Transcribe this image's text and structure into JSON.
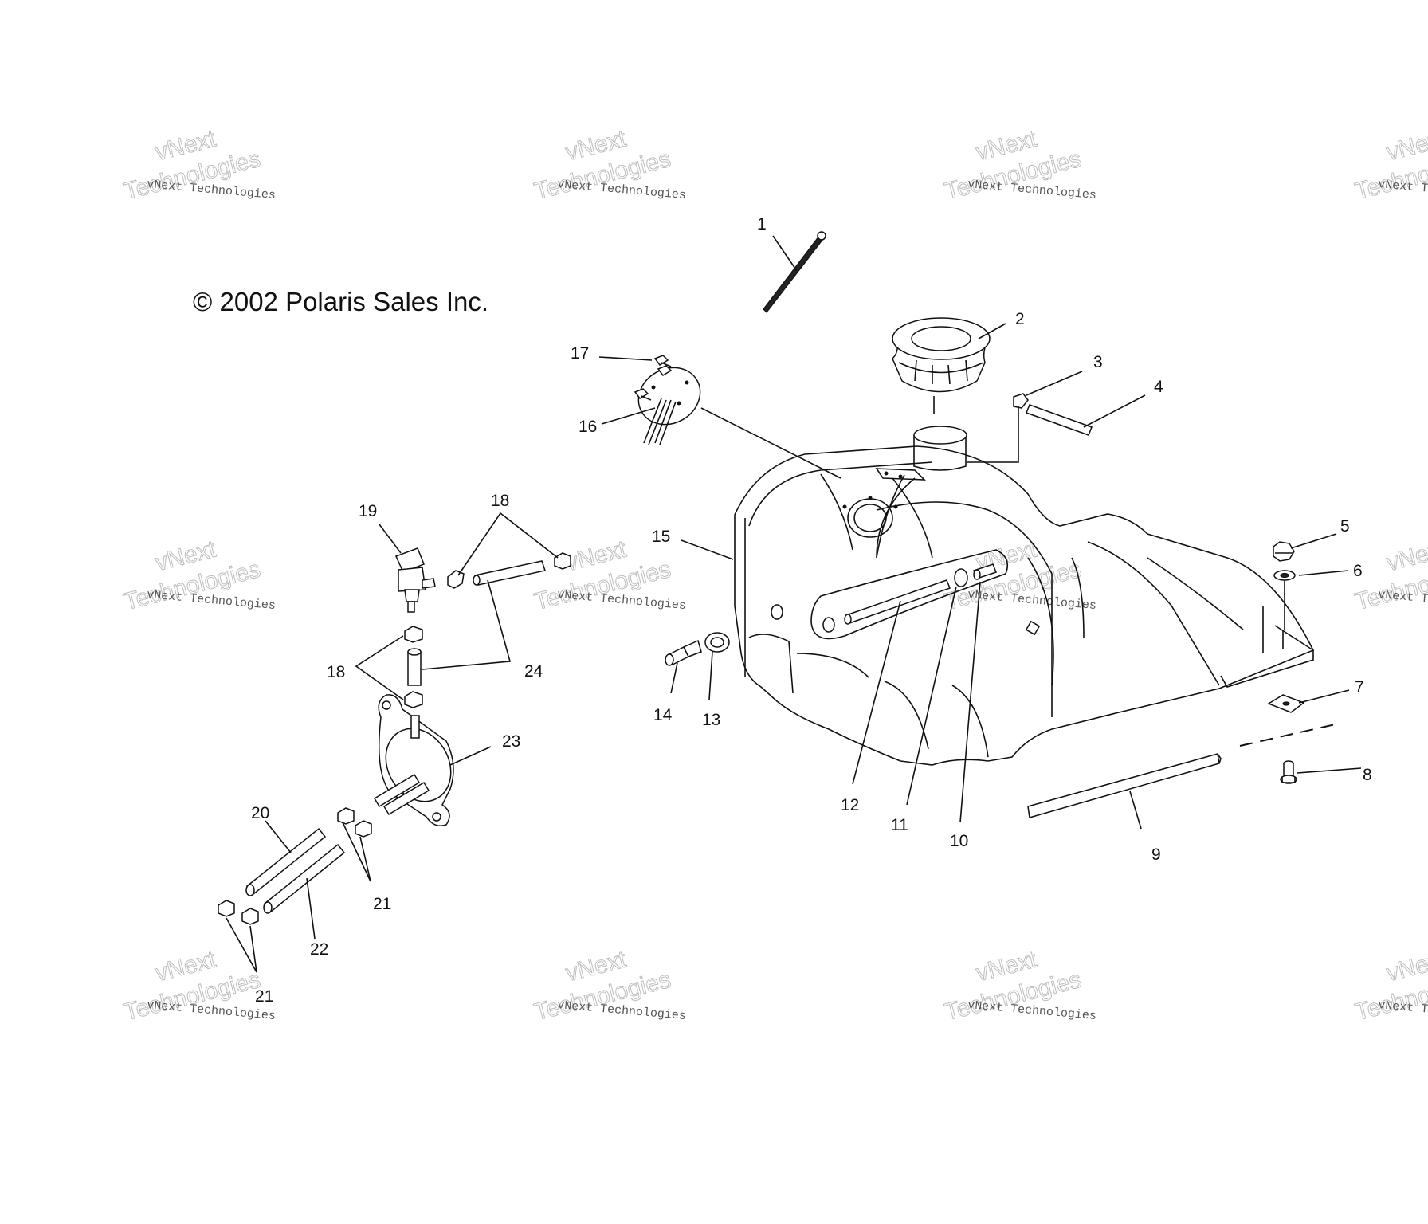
{
  "copyright": "© 2002 Polaris Sales Inc.",
  "watermark": {
    "line1": "vNext Technologies",
    "word_a": "vNext",
    "word_b": "Technologies"
  },
  "callouts": {
    "c1": "1",
    "c2": "2",
    "c3": "3",
    "c4": "4",
    "c5": "5",
    "c6": "6",
    "c7": "7",
    "c8": "8",
    "c9": "9",
    "c10": "10",
    "c11": "11",
    "c12": "12",
    "c13": "13",
    "c14": "14",
    "c15": "15",
    "c16": "16",
    "c17": "17",
    "c18": "18",
    "c19": "19",
    "c20": "20",
    "c21": "21",
    "c22": "22",
    "c23": "23",
    "c24": "24"
  }
}
